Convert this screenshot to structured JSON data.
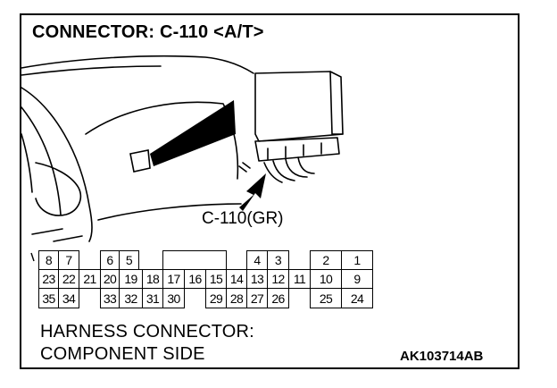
{
  "title": "CONNECTOR: C-110 <A/T>",
  "connector_label": "C-110(GR)",
  "footer": {
    "line1": "HARNESS CONNECTOR:",
    "line2": "COMPONENT SIDE"
  },
  "figure_code": "AK103714AB",
  "pins": {
    "top_row": [
      "8",
      "7",
      "6",
      "5",
      "4",
      "3",
      "2",
      "1"
    ],
    "middle_row": [
      "23",
      "22",
      "21",
      "20",
      "19",
      "18",
      "17",
      "16",
      "15",
      "14",
      "13",
      "12",
      "11",
      "10",
      "9"
    ],
    "bottom_row": [
      "35",
      "34",
      "33",
      "32",
      "31",
      "30",
      "29",
      "28",
      "27",
      "26",
      "25",
      "24"
    ]
  }
}
